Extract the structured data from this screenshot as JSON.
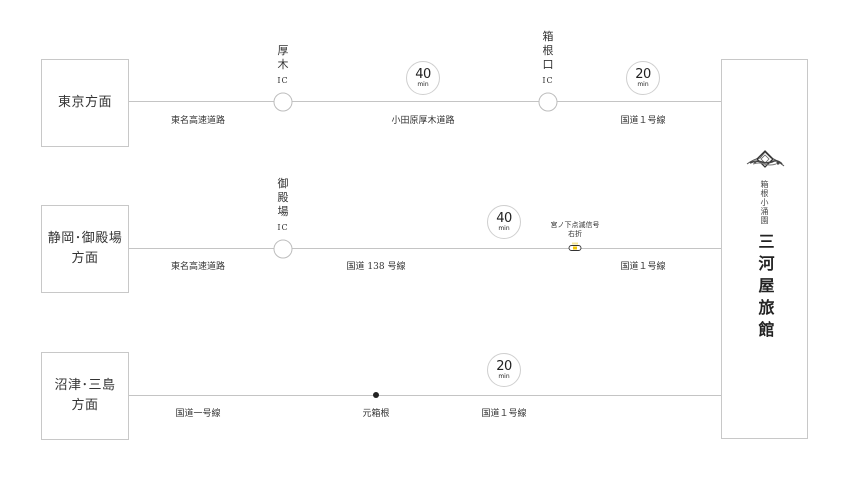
{
  "destination": {
    "subtitle": "箱根小涌園",
    "name": "三河屋旅館",
    "logo_icon": "mountain-crest-icon"
  },
  "routes": [
    {
      "origin": [
        "東京方面"
      ],
      "segments": [
        {
          "road": "東名高速道路"
        },
        {
          "road": "小田原厚木道路"
        },
        {
          "road": "国道１号線"
        }
      ],
      "interchanges": [
        {
          "name": "厚木",
          "suffix": "IC"
        },
        {
          "name": "箱根口",
          "suffix": "IC"
        }
      ],
      "times": [
        {
          "value": "40",
          "unit": "min"
        },
        {
          "value": "20",
          "unit": "min"
        }
      ]
    },
    {
      "origin": [
        "静岡･御殿場",
        "方面"
      ],
      "segments": [
        {
          "road": "東名高速道路"
        },
        {
          "road": "国道 138 号線"
        },
        {
          "road": "国道１号線"
        }
      ],
      "interchanges": [
        {
          "name": "御殿場",
          "suffix": "IC"
        }
      ],
      "times": [
        {
          "value": "40",
          "unit": "min"
        }
      ],
      "signal": {
        "line1": "宮ノ下点滅信号",
        "line2": "右折",
        "icon": "traffic-signal-icon"
      }
    },
    {
      "origin": [
        "沼津･三島",
        "方面"
      ],
      "segments": [
        {
          "road": "国道一号線"
        },
        {
          "road": "国道１号線"
        }
      ],
      "waypoints": [
        {
          "name": "元箱根"
        }
      ],
      "times": [
        {
          "value": "20",
          "unit": "min"
        }
      ]
    }
  ]
}
